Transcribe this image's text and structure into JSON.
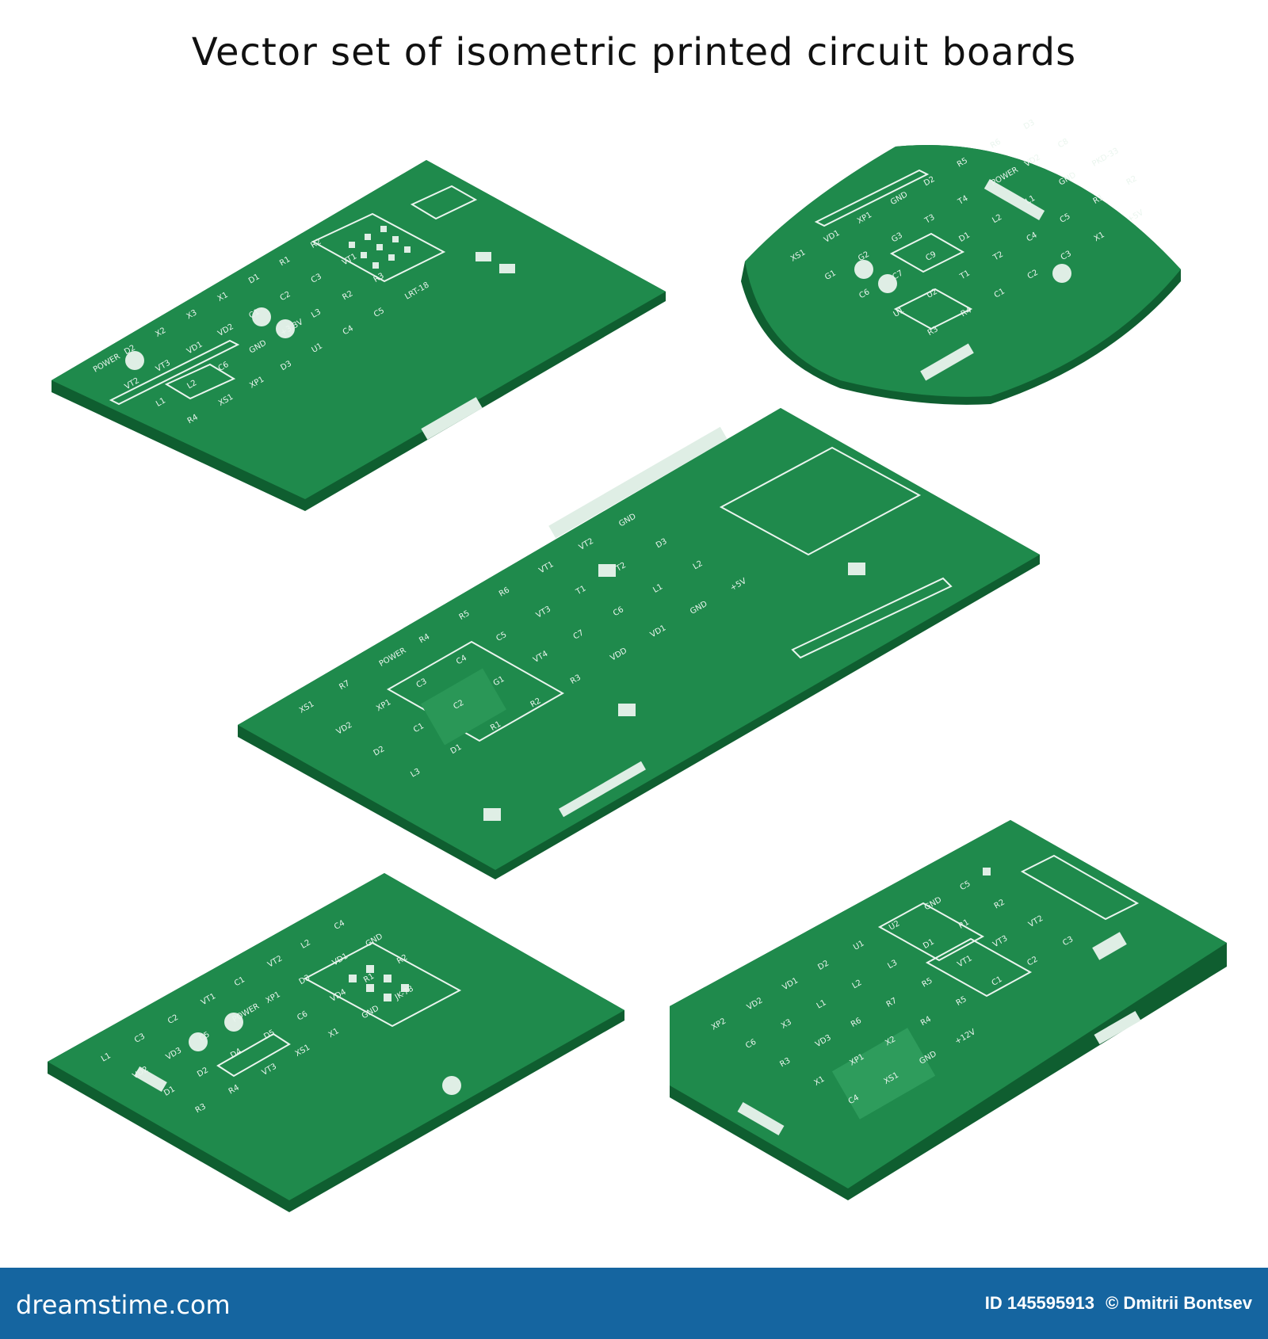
{
  "title": "Vector set of isometric printed circuit boards",
  "footer": {
    "brand": "dreamstime.com",
    "id_text": "ID 145595913",
    "author": "© Dmitrii Bontsev"
  },
  "colors": {
    "board_top": "#1f8a4c",
    "board_edge": "#0f5e30",
    "silk": "#eaf5ee",
    "footer": "#1565a0"
  },
  "boards": [
    {
      "name": "board-1",
      "labels": [
        "POWER",
        "D2",
        "X2",
        "X3",
        "X1",
        "D1",
        "R1",
        "R2",
        "VT2",
        "VT3",
        "VD1",
        "VD2",
        "C1",
        "C2",
        "C3",
        "VT1",
        "L1",
        "L2",
        "C6",
        "GND",
        "+3.3V",
        "L3",
        "R2",
        "R3",
        "R4",
        "XS1",
        "XP1",
        "D3",
        "U1",
        "C4",
        "C5",
        "LRT-18"
      ]
    },
    {
      "name": "board-2",
      "labels": [
        "XS1",
        "VD1",
        "XP1",
        "GND",
        "D2",
        "R5",
        "R6",
        "D3",
        "G1",
        "G2",
        "G3",
        "T3",
        "T4",
        "POWER",
        "VD2",
        "C8",
        "C6",
        "C7",
        "C9",
        "D1",
        "L2",
        "L1",
        "GND",
        "PKD-33",
        "U1",
        "U2",
        "T1",
        "T2",
        "C4",
        "C5",
        "R1",
        "R2",
        "R3",
        "R4",
        "C1",
        "C2",
        "C3",
        "X1",
        "+5V"
      ]
    },
    {
      "name": "board-3",
      "labels": [
        "XS1",
        "R7",
        "POWER",
        "R4",
        "R5",
        "R6",
        "VT1",
        "VT2",
        "GND",
        "VD2",
        "XP1",
        "C3",
        "C4",
        "C5",
        "VT3",
        "T1",
        "T2",
        "D3",
        "D2",
        "C1",
        "C2",
        "G1",
        "VT4",
        "C7",
        "C6",
        "L1",
        "L2",
        "L3",
        "D1",
        "R1",
        "R2",
        "R3",
        "VDD",
        "VD1",
        "GND",
        "+5V"
      ]
    },
    {
      "name": "board-4",
      "labels": [
        "L1",
        "C3",
        "C2",
        "VT1",
        "C1",
        "VT2",
        "L2",
        "C4",
        "VD2",
        "VD3",
        "C5",
        "POWER",
        "XP1",
        "D3",
        "VD1",
        "GND",
        "D1",
        "D2",
        "D4",
        "D5",
        "C6",
        "VD4",
        "R1",
        "R2",
        "R3",
        "R4",
        "VT3",
        "XS1",
        "X1",
        "GND",
        "JK-78"
      ]
    },
    {
      "name": "board-5",
      "labels": [
        "XP2",
        "VD2",
        "VD1",
        "D2",
        "U1",
        "U2",
        "GND",
        "C5",
        "C6",
        "X3",
        "L1",
        "L2",
        "L3",
        "D1",
        "R1",
        "R2",
        "R3",
        "VD3",
        "R6",
        "R7",
        "R5",
        "VT1",
        "VT3",
        "VT2",
        "X1",
        "XP1",
        "X2",
        "R4",
        "R5",
        "C1",
        "C2",
        "C3",
        "C4",
        "XS1",
        "GND",
        "+12V"
      ]
    }
  ]
}
